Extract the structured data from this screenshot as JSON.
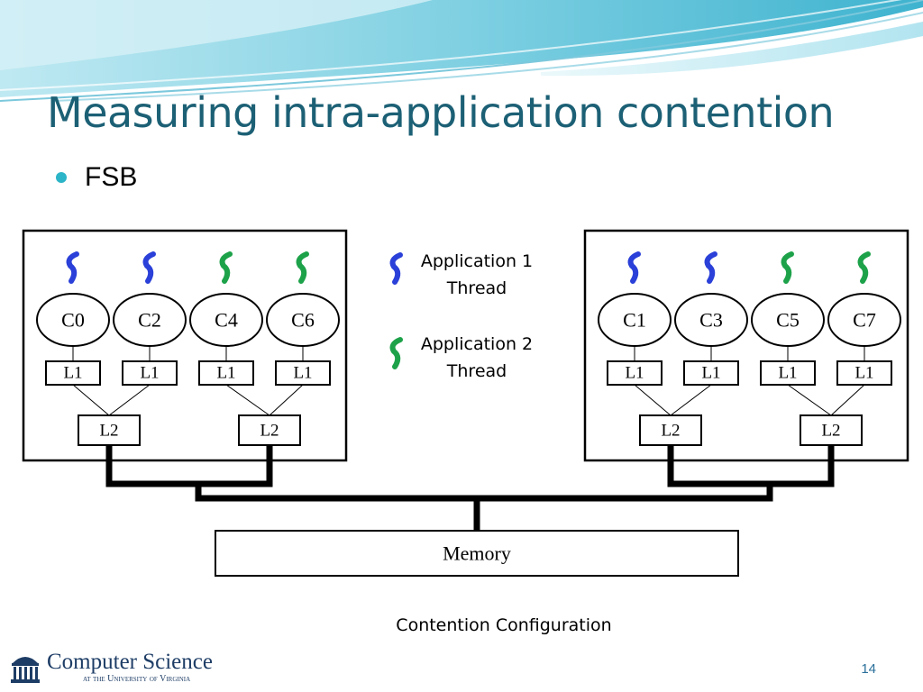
{
  "slide": {
    "title": "Measuring intra-application contention",
    "bullet": "FSB",
    "caption": "Contention Configuration",
    "page_number": "14"
  },
  "legend": {
    "app1_line1": "Application 1",
    "app1_line2": "Thread",
    "app2_line1": "Application 2",
    "app2_line2": "Thread"
  },
  "colors": {
    "title": "#1c6075",
    "bullet": "#2cb4c8",
    "app1_thread": "#2a40d8",
    "app2_thread": "#1da24a",
    "page_number": "#2a6f9a"
  },
  "diagram": {
    "left_package": {
      "cores": [
        {
          "label": "C0",
          "app": 1
        },
        {
          "label": "C2",
          "app": 1
        },
        {
          "label": "C4",
          "app": 2
        },
        {
          "label": "C6",
          "app": 2
        }
      ],
      "l1_label": "L1",
      "l2_label": "L2"
    },
    "right_package": {
      "cores": [
        {
          "label": "C1",
          "app": 1
        },
        {
          "label": "C3",
          "app": 1
        },
        {
          "label": "C5",
          "app": 2
        },
        {
          "label": "C7",
          "app": 2
        }
      ],
      "l1_label": "L1",
      "l2_label": "L2"
    },
    "memory_label": "Memory"
  },
  "logo": {
    "name": "Computer Science",
    "sub": "at the University of Virginia",
    "icon": "rotunda-icon"
  }
}
